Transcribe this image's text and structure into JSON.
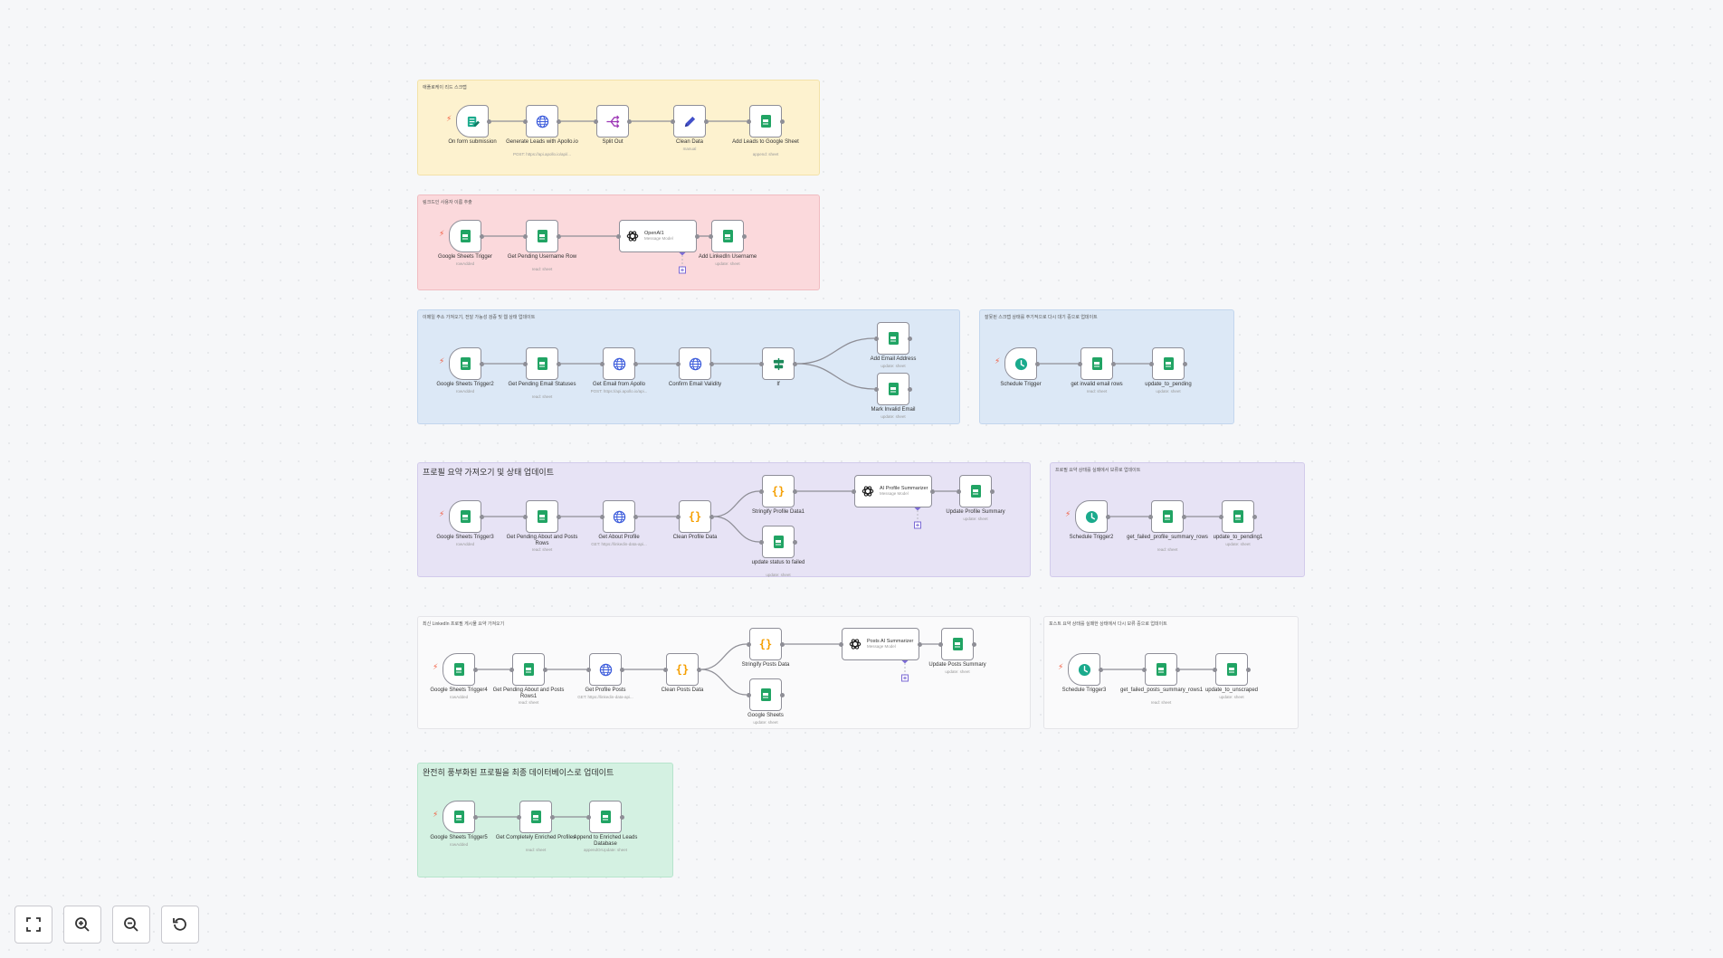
{
  "sections": [
    {
      "title": "애플로케이 리드 스크랩",
      "color": "yellow"
    },
    {
      "title": "링크드인 사용자 이름 추출",
      "color": "red"
    },
    {
      "title": "이메일 주소 가져오기, 전달 가능성 검증 및 웹 상태 업데이트",
      "color": "blue"
    },
    {
      "title": "잘못된 스크랩 상태를 주기적으로 다시 대기 중으로 업데이트",
      "color": "blue"
    },
    {
      "title": "프로필 요약 가져오기 및 상태 업데이트",
      "color": "purple"
    },
    {
      "title": "프로필 요약 상태를 실패에서 보류로 업데이트",
      "color": "purple"
    },
    {
      "title": "최신 LinkedIn 프로필 게시물 요약 가져오기",
      "color": "white"
    },
    {
      "title": "포스트 요약 상태를 실패한 상태에서 다시 보류 중으로 업데이트",
      "color": "white"
    },
    {
      "title": "완전히 풍부화된 프로필을 최종 데이터베이스로 업데이트",
      "color": "green"
    }
  ],
  "nodes": [
    {
      "id": "form",
      "name": "On form submission",
      "sub": "",
      "icon": "form-icon",
      "trigger": true
    },
    {
      "id": "gen",
      "name": "Generate Leads with Apollo.io",
      "sub": "POST: https://api.apollo.io/api/...",
      "icon": "globe-icon"
    },
    {
      "id": "split",
      "name": "Split Out",
      "sub": "",
      "icon": "split-out-icon"
    },
    {
      "id": "clean",
      "name": "Clean Data",
      "sub": "manual",
      "icon": "pen-icon"
    },
    {
      "id": "addg",
      "name": "Add Leads to Google Sheet",
      "sub": "append: sheet",
      "icon": "google-sheets-icon"
    },
    {
      "id": "gst1",
      "name": "Google Sheets Trigger",
      "sub": "rowAdded",
      "icon": "google-sheets-icon",
      "trigger": true
    },
    {
      "id": "gpu",
      "name": "Get Pending Username Row",
      "sub": "read: sheet",
      "icon": "google-sheets-icon"
    },
    {
      "id": "oai",
      "name": "OpenAI1",
      "sub": "Message Model",
      "icon": "openai-icon",
      "wide": true
    },
    {
      "id": "ali",
      "name": "Add LinkedIn Username",
      "sub": "update: sheet",
      "icon": "google-sheets-icon"
    },
    {
      "id": "gst2",
      "name": "Google Sheets Trigger2",
      "sub": "rowAdded",
      "icon": "google-sheets-icon",
      "trigger": true
    },
    {
      "id": "gpes",
      "name": "Get Pending Email Statuses",
      "sub": "read: sheet",
      "icon": "google-sheets-icon"
    },
    {
      "id": "gefa",
      "name": "Get Email from Apollo",
      "sub": "POST: https://api.apollo.io/api...",
      "icon": "globe-icon"
    },
    {
      "id": "cev",
      "name": "Confirm Email Validity",
      "sub": "",
      "icon": "globe-icon"
    },
    {
      "id": "if",
      "name": "If",
      "sub": "",
      "icon": "if-icon"
    },
    {
      "id": "aea",
      "name": "Add Email Address",
      "sub": "update: sheet",
      "icon": "google-sheets-icon"
    },
    {
      "id": "mie",
      "name": "Mark Invalid Email",
      "sub": "update: sheet",
      "icon": "google-sheets-icon"
    },
    {
      "id": "st1",
      "name": "Schedule Trigger",
      "sub": "",
      "icon": "clock-icon",
      "trigger": true
    },
    {
      "id": "gier",
      "name": "get invalid email rows",
      "sub": "read: sheet",
      "icon": "google-sheets-icon"
    },
    {
      "id": "utp",
      "name": "update_to_pending",
      "sub": "update: sheet",
      "icon": "google-sheets-icon"
    },
    {
      "id": "gst3",
      "name": "Google Sheets Trigger3",
      "sub": "rowAdded",
      "icon": "google-sheets-icon",
      "trigger": true
    },
    {
      "id": "gpap",
      "name": "Get Pending About and Posts Rows",
      "sub": "read: sheet",
      "icon": "google-sheets-icon"
    },
    {
      "id": "gap",
      "name": "Get About Profile",
      "sub": "GET: https://linkedin-data-api...",
      "icon": "globe-icon"
    },
    {
      "id": "cpd",
      "name": "Clean Profile Data",
      "sub": "",
      "icon": "code-icon"
    },
    {
      "id": "spd",
      "name": "Stringify Profile Data1",
      "sub": "",
      "icon": "code-icon"
    },
    {
      "id": "aps",
      "name": "AI Profile Summarizer",
      "sub": "Message Model",
      "icon": "openai-icon",
      "wide": true
    },
    {
      "id": "ups",
      "name": "Update Profile Summary",
      "sub": "update: sheet",
      "icon": "google-sheets-icon"
    },
    {
      "id": "usf",
      "name": "update status to failed",
      "sub": "update: sheet",
      "icon": "google-sheets-icon"
    },
    {
      "id": "st2",
      "name": "Schedule Trigger2",
      "sub": "",
      "icon": "clock-icon",
      "trigger": true
    },
    {
      "id": "gfps",
      "name": "get_failed_profile_summary_rows",
      "sub": "read: sheet",
      "icon": "google-sheets-icon"
    },
    {
      "id": "utp1",
      "name": "update_to_pending1",
      "sub": "update: sheet",
      "icon": "google-sheets-icon"
    },
    {
      "id": "gst4",
      "name": "Google Sheets Trigger4",
      "sub": "rowAdded",
      "icon": "google-sheets-icon",
      "trigger": true
    },
    {
      "id": "gpap1",
      "name": "Get Pending About and Posts Rows1",
      "sub": "read: sheet",
      "icon": "google-sheets-icon"
    },
    {
      "id": "gpp",
      "name": "Get Profile Posts",
      "sub": "GET: https://linkedin-data-api...",
      "icon": "globe-icon"
    },
    {
      "id": "cpsd",
      "name": "Clean Posts Data",
      "sub": "",
      "icon": "code-icon"
    },
    {
      "id": "spd2",
      "name": "Stringify Posts Data",
      "sub": "",
      "icon": "code-icon"
    },
    {
      "id": "pas",
      "name": "Posts AI Summarizer",
      "sub": "Message Model",
      "icon": "openai-icon",
      "wide": true
    },
    {
      "id": "upos",
      "name": "Update Posts Summary",
      "sub": "update: sheet",
      "icon": "google-sheets-icon"
    },
    {
      "id": "gs",
      "name": "Google Sheets",
      "sub": "update: sheet",
      "icon": "google-sheets-icon"
    },
    {
      "id": "st3",
      "name": "Schedule Trigger3",
      "sub": "",
      "icon": "clock-icon",
      "trigger": true
    },
    {
      "id": "gfpo",
      "name": "get_failed_posts_summary_rows1",
      "sub": "read: sheet",
      "icon": "google-sheets-icon"
    },
    {
      "id": "utu",
      "name": "update_to_unscraped",
      "sub": "update: sheet",
      "icon": "google-sheets-icon"
    },
    {
      "id": "gst5",
      "name": "Google Sheets Trigger5",
      "sub": "rowAdded",
      "icon": "google-sheets-icon",
      "trigger": true
    },
    {
      "id": "gcep",
      "name": "Get Completely Enriched Profiles",
      "sub": "read: sheet",
      "icon": "google-sheets-icon"
    },
    {
      "id": "aeld",
      "name": "Append to Enriched Leads Database",
      "sub": "appendOrUpdate: sheet",
      "icon": "google-sheets-icon"
    }
  ],
  "controls": [
    {
      "name": "fit-view-button",
      "icon": "fit-view-icon"
    },
    {
      "name": "zoom-in-button",
      "icon": "zoom-in-icon"
    },
    {
      "name": "zoom-out-button",
      "icon": "zoom-out-icon"
    },
    {
      "name": "reset-zoom-button",
      "icon": "reset-icon"
    }
  ],
  "colors": {
    "sheets": "#21a464",
    "globe": "#3b5bdb",
    "code": "#f59f00",
    "trigger": "#f25a3c",
    "schedule": "#1aaa8c",
    "edge": "#8e8e96"
  }
}
